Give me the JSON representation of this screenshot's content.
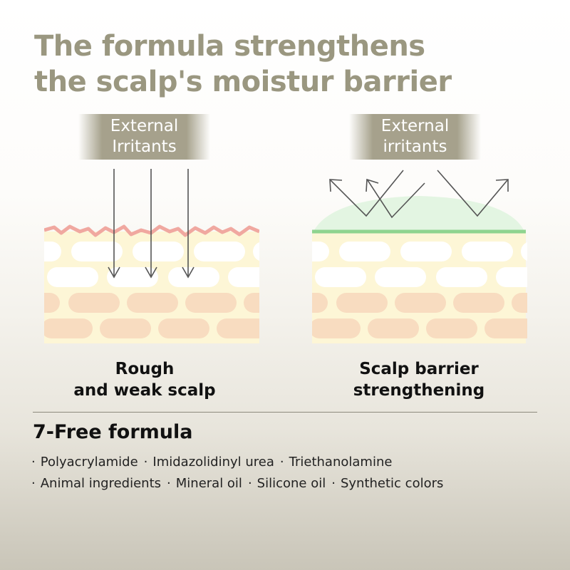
{
  "title": {
    "line1": "The formula strengthens",
    "line2": "the scalp's moistur barrier"
  },
  "left_panel": {
    "irritant_line1": "External",
    "irritant_line2": "Irritants",
    "caption_line1": "Rough",
    "caption_line2": "and weak scalp"
  },
  "right_panel": {
    "irritant_line1": "External",
    "irritant_line2": "irritants",
    "caption_line1": "Scalp barrier",
    "caption_line2": "strengthening"
  },
  "free_formula": {
    "title": "7-Free formula",
    "line1": [
      "Polyacrylamide",
      "Imidazolidinyl urea",
      "Triethanolamine"
    ],
    "line2": [
      "Animal ingredients",
      "Mineral oil",
      "Silicone oil",
      "Synthetic colors"
    ]
  },
  "colors": {
    "title": "#9a9780",
    "label_band": "#96917a",
    "rough_edge": "#f0a8a0",
    "barrier_green": "#8fd48f",
    "skin_cream": "#fdf6d6",
    "cell_peach": "#f8dcc0"
  },
  "icons": {
    "down_arrows": "arrow-down-icon",
    "deflect_arrows": "deflect-arrow-icon"
  }
}
